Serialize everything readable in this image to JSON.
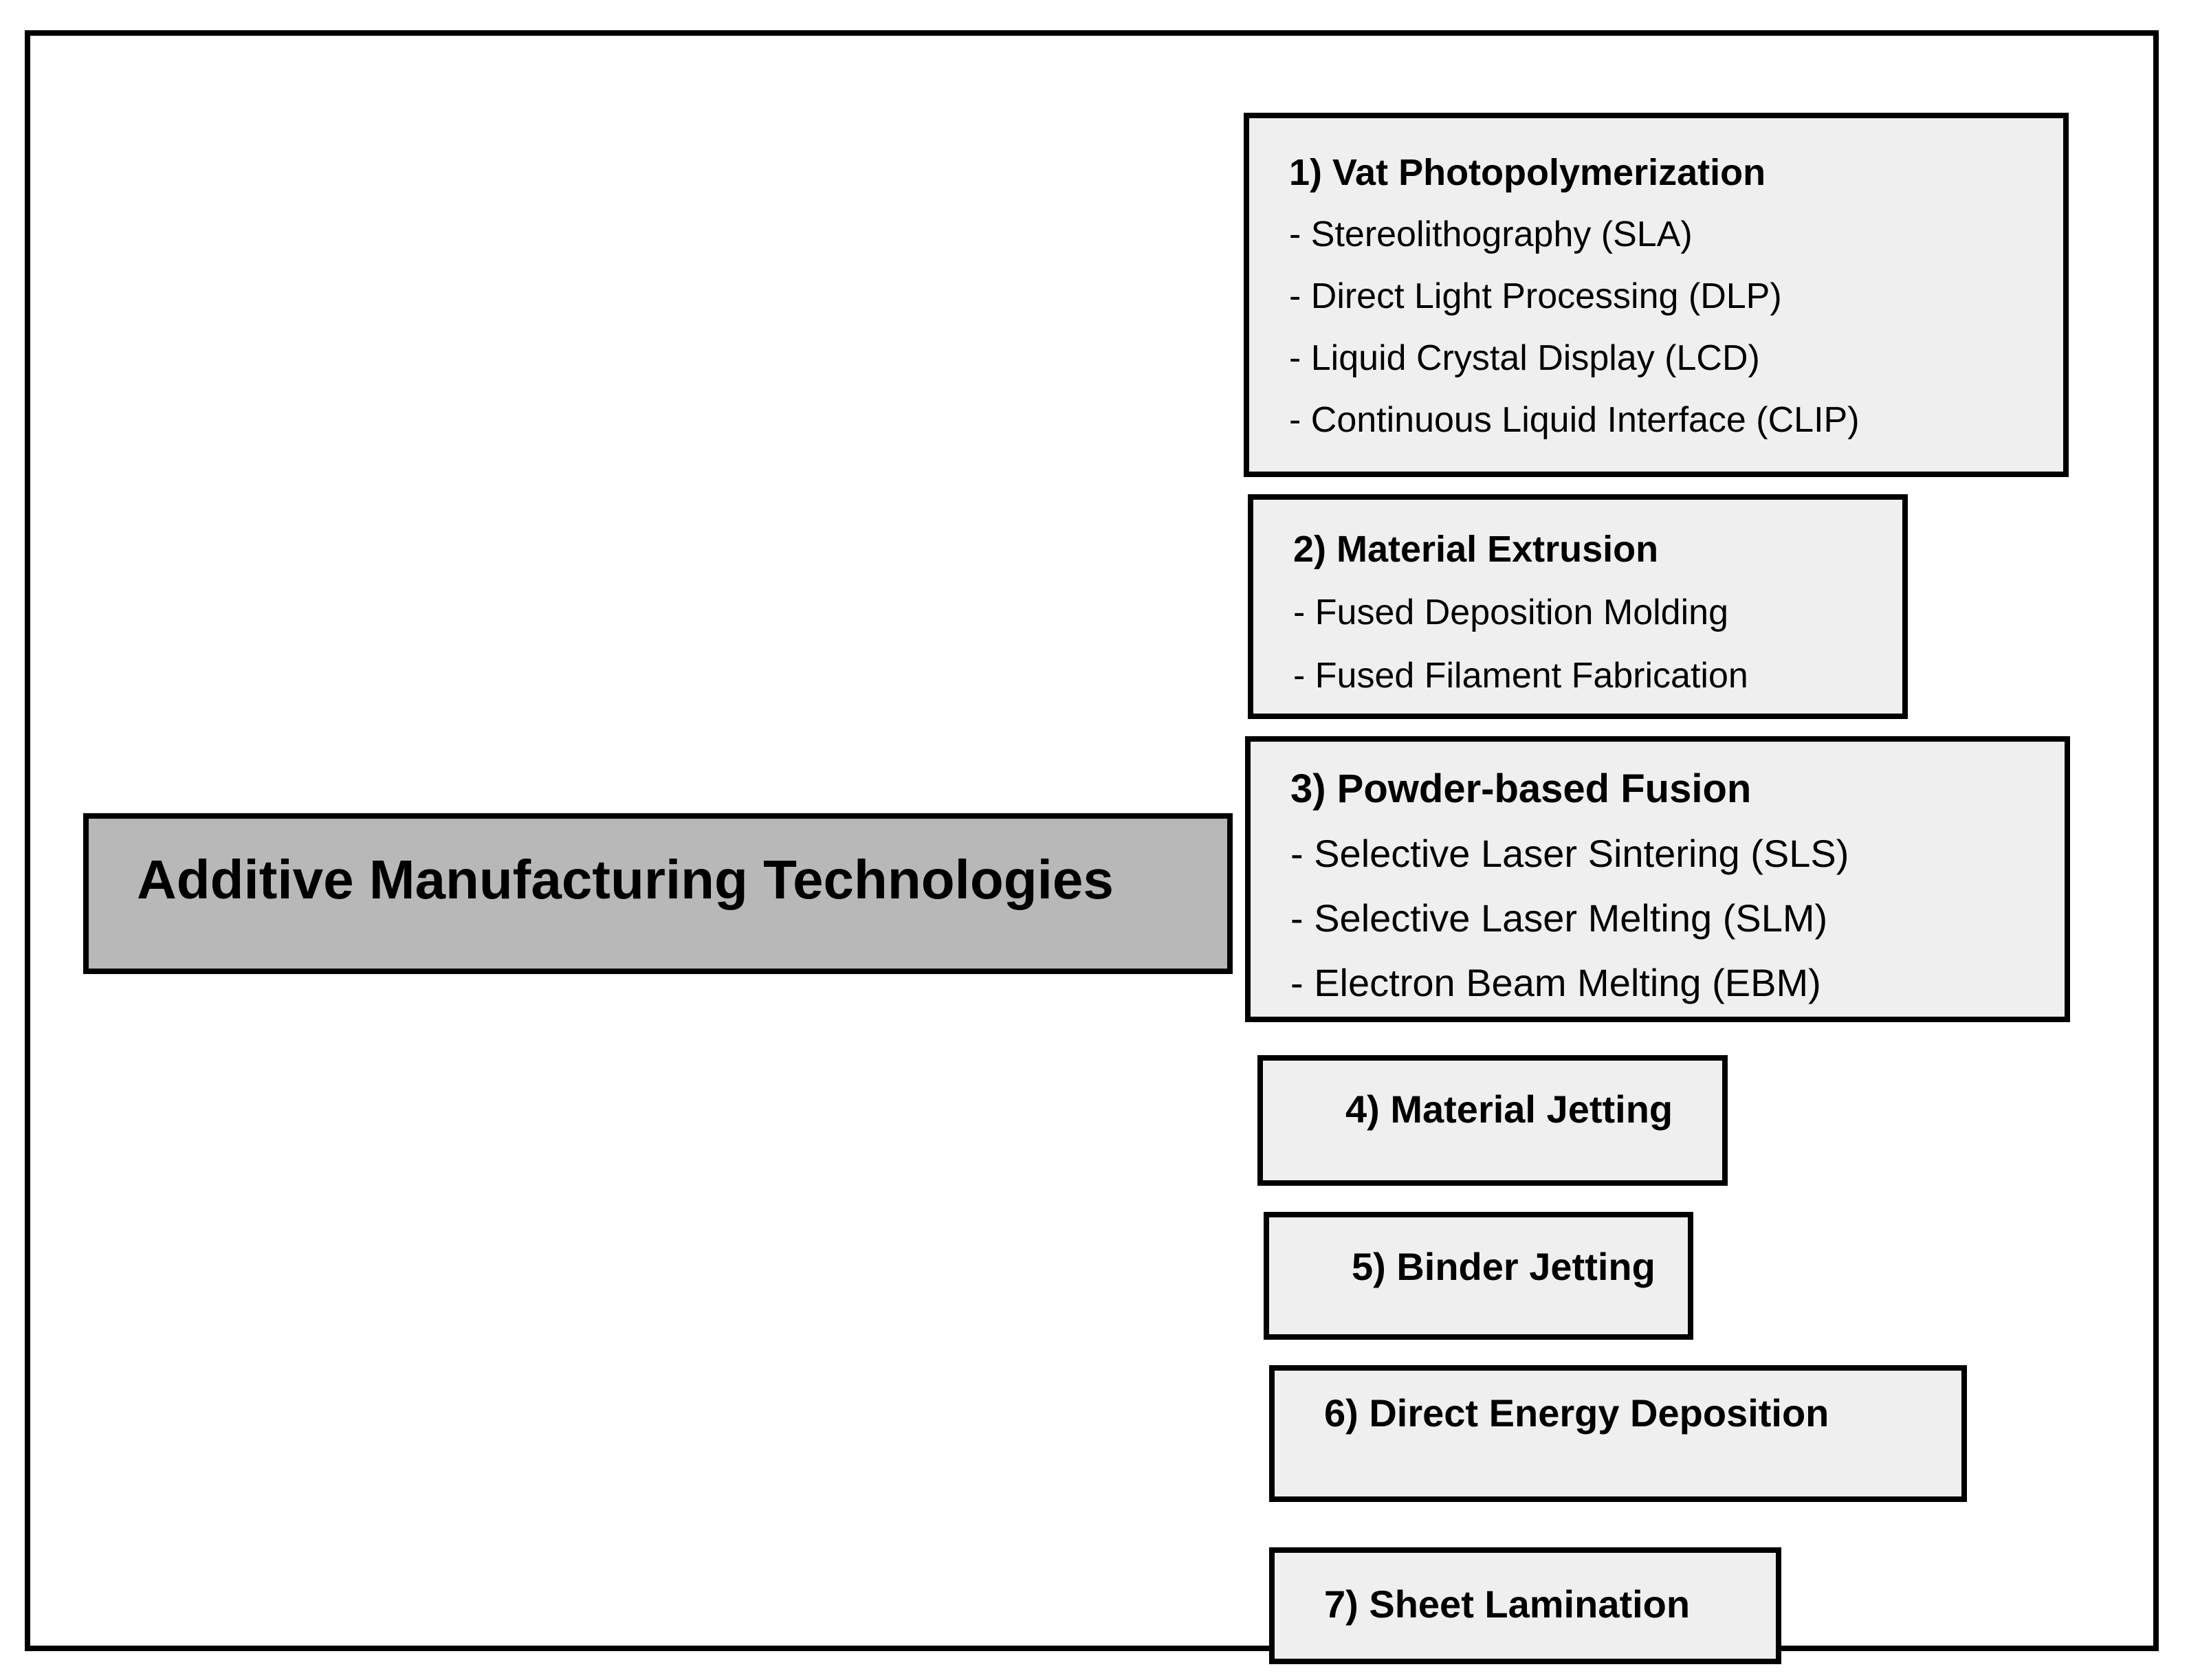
{
  "root": {
    "label": "Additive Manufacturing Technologies"
  },
  "categories": [
    {
      "title": "1) Vat Photopolymerization",
      "items": [
        "- Stereolithography (SLA)",
        "- Direct Light Processing (DLP)",
        "- Liquid Crystal Display (LCD)",
        "- Continuous Liquid Interface (CLIP)"
      ]
    },
    {
      "title": "2) Material Extrusion",
      "items": [
        "- Fused Deposition Molding",
        "- Fused Filament Fabrication"
      ]
    },
    {
      "title": "3) Powder-based Fusion",
      "items": [
        "- Selective Laser Sintering (SLS)",
        "- Selective Laser Melting (SLM)",
        "- Electron Beam Melting (EBM)"
      ]
    },
    {
      "title": "4) Material Jetting",
      "items": []
    },
    {
      "title": "5) Binder Jetting",
      "items": []
    },
    {
      "title": "6) Direct Energy Deposition",
      "items": []
    },
    {
      "title": "7) Sheet Lamination",
      "items": []
    }
  ],
  "colors": {
    "category_fill": "#f0efef",
    "root_fill": "#b8b8b8",
    "border": "#000000",
    "background": "#ffffff"
  }
}
